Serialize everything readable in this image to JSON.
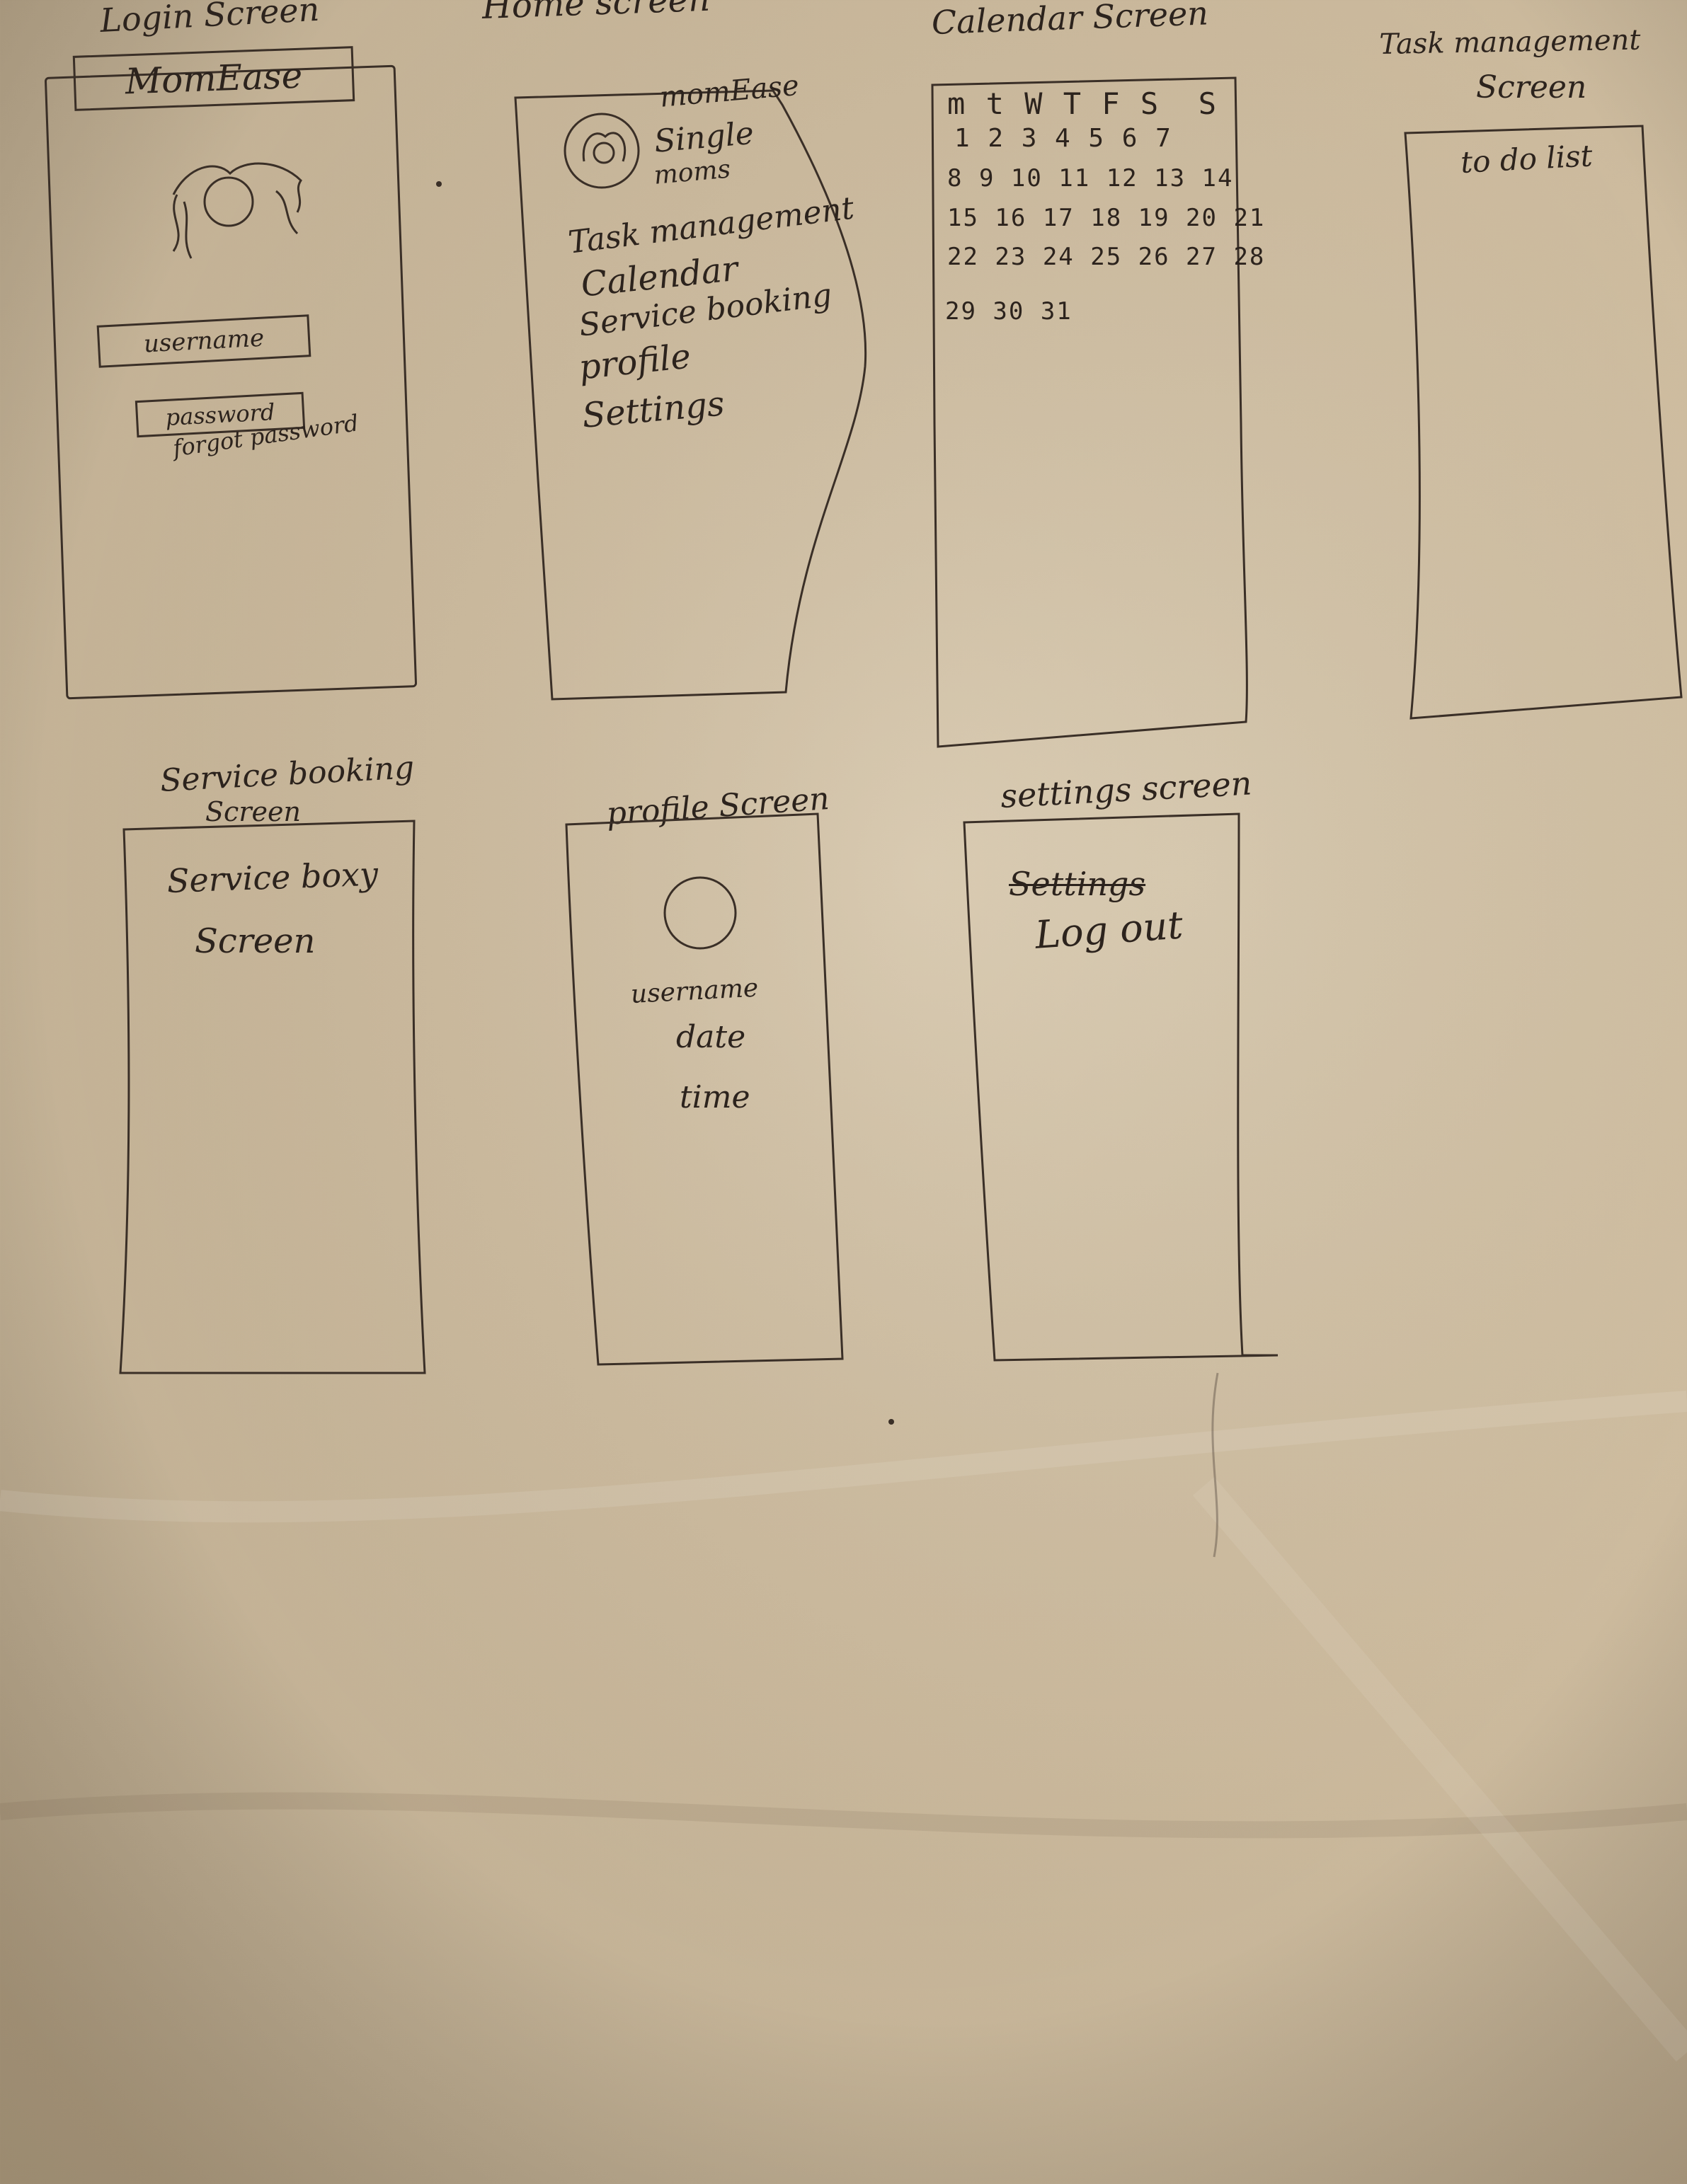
{
  "screens": {
    "login": {
      "caption": "Login Screen",
      "app_name": "MomEase",
      "username_field": "username",
      "password_field": "password",
      "forgot_link": "forgot password"
    },
    "home": {
      "caption": "Home screen",
      "brand_line1": "momEase",
      "brand_line2": "Single",
      "brand_line3": "moms",
      "menu": [
        "Task management",
        "Calendar",
        "Service booking",
        "profile",
        "Settings"
      ]
    },
    "calendar": {
      "caption": "Calendar Screen",
      "weekday_header": "m t W T F S  S",
      "rows": [
        "1 2 3 4 5 6 7",
        "8 9 10 11 12 13 14",
        "15 16 17 18 19 20 21",
        "22 23 24 25 26 27 28",
        "29 30 31"
      ]
    },
    "task": {
      "caption_line1": "Task management",
      "caption_line2": "Screen",
      "content": "to do list"
    },
    "service": {
      "caption_line1": "Service booking",
      "caption_line2": "Screen",
      "content_line1": "Service boxy",
      "content_line2": "Screen"
    },
    "profile": {
      "caption": "profile Screen",
      "fields": [
        "username",
        "date",
        "time"
      ]
    },
    "settings": {
      "caption": "settings screen",
      "item1": "Settings",
      "item2": "Log out"
    }
  },
  "colors": {
    "paper": "#cdbb9e",
    "ink": "#2c231d"
  }
}
